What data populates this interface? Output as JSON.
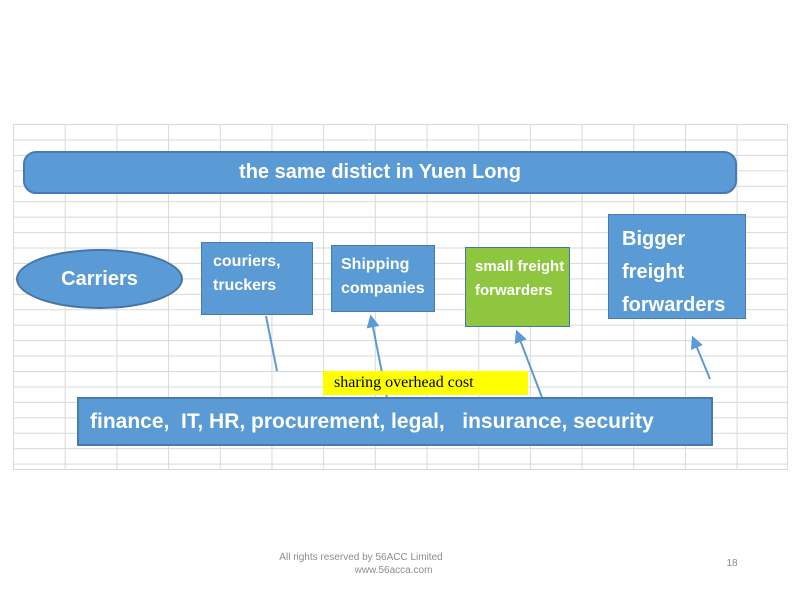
{
  "banner": {
    "label": "the same distict in Yuen Long"
  },
  "nodes": {
    "carriers": {
      "label": "Carriers"
    },
    "couriers_truckers": {
      "label": "couriers, truckers"
    },
    "shipping_companies": {
      "label": "Shipping companies"
    },
    "small_freight_forwarders": {
      "label": "small freight forwarders"
    },
    "bigger_freight_forwarders": {
      "label": "Bigger freight forwarders"
    }
  },
  "highlight": {
    "label": "sharing overhead cost"
  },
  "shared_services_bar": {
    "label": "finance,  IT, HR, procurement, legal,   insurance, security"
  },
  "footer": {
    "copyright": "All rights reserved by 56ACC Limited",
    "website": "www.56acca.com",
    "page_number": "18"
  },
  "colors": {
    "node_blue": "#5b9bd5",
    "node_border_blue": "#4a7ab5",
    "node_green": "#8ec63f",
    "highlight_yellow": "#ffff00",
    "connector_blue": "#5b9bd5",
    "gridline_gray": "#d9d9d9"
  }
}
